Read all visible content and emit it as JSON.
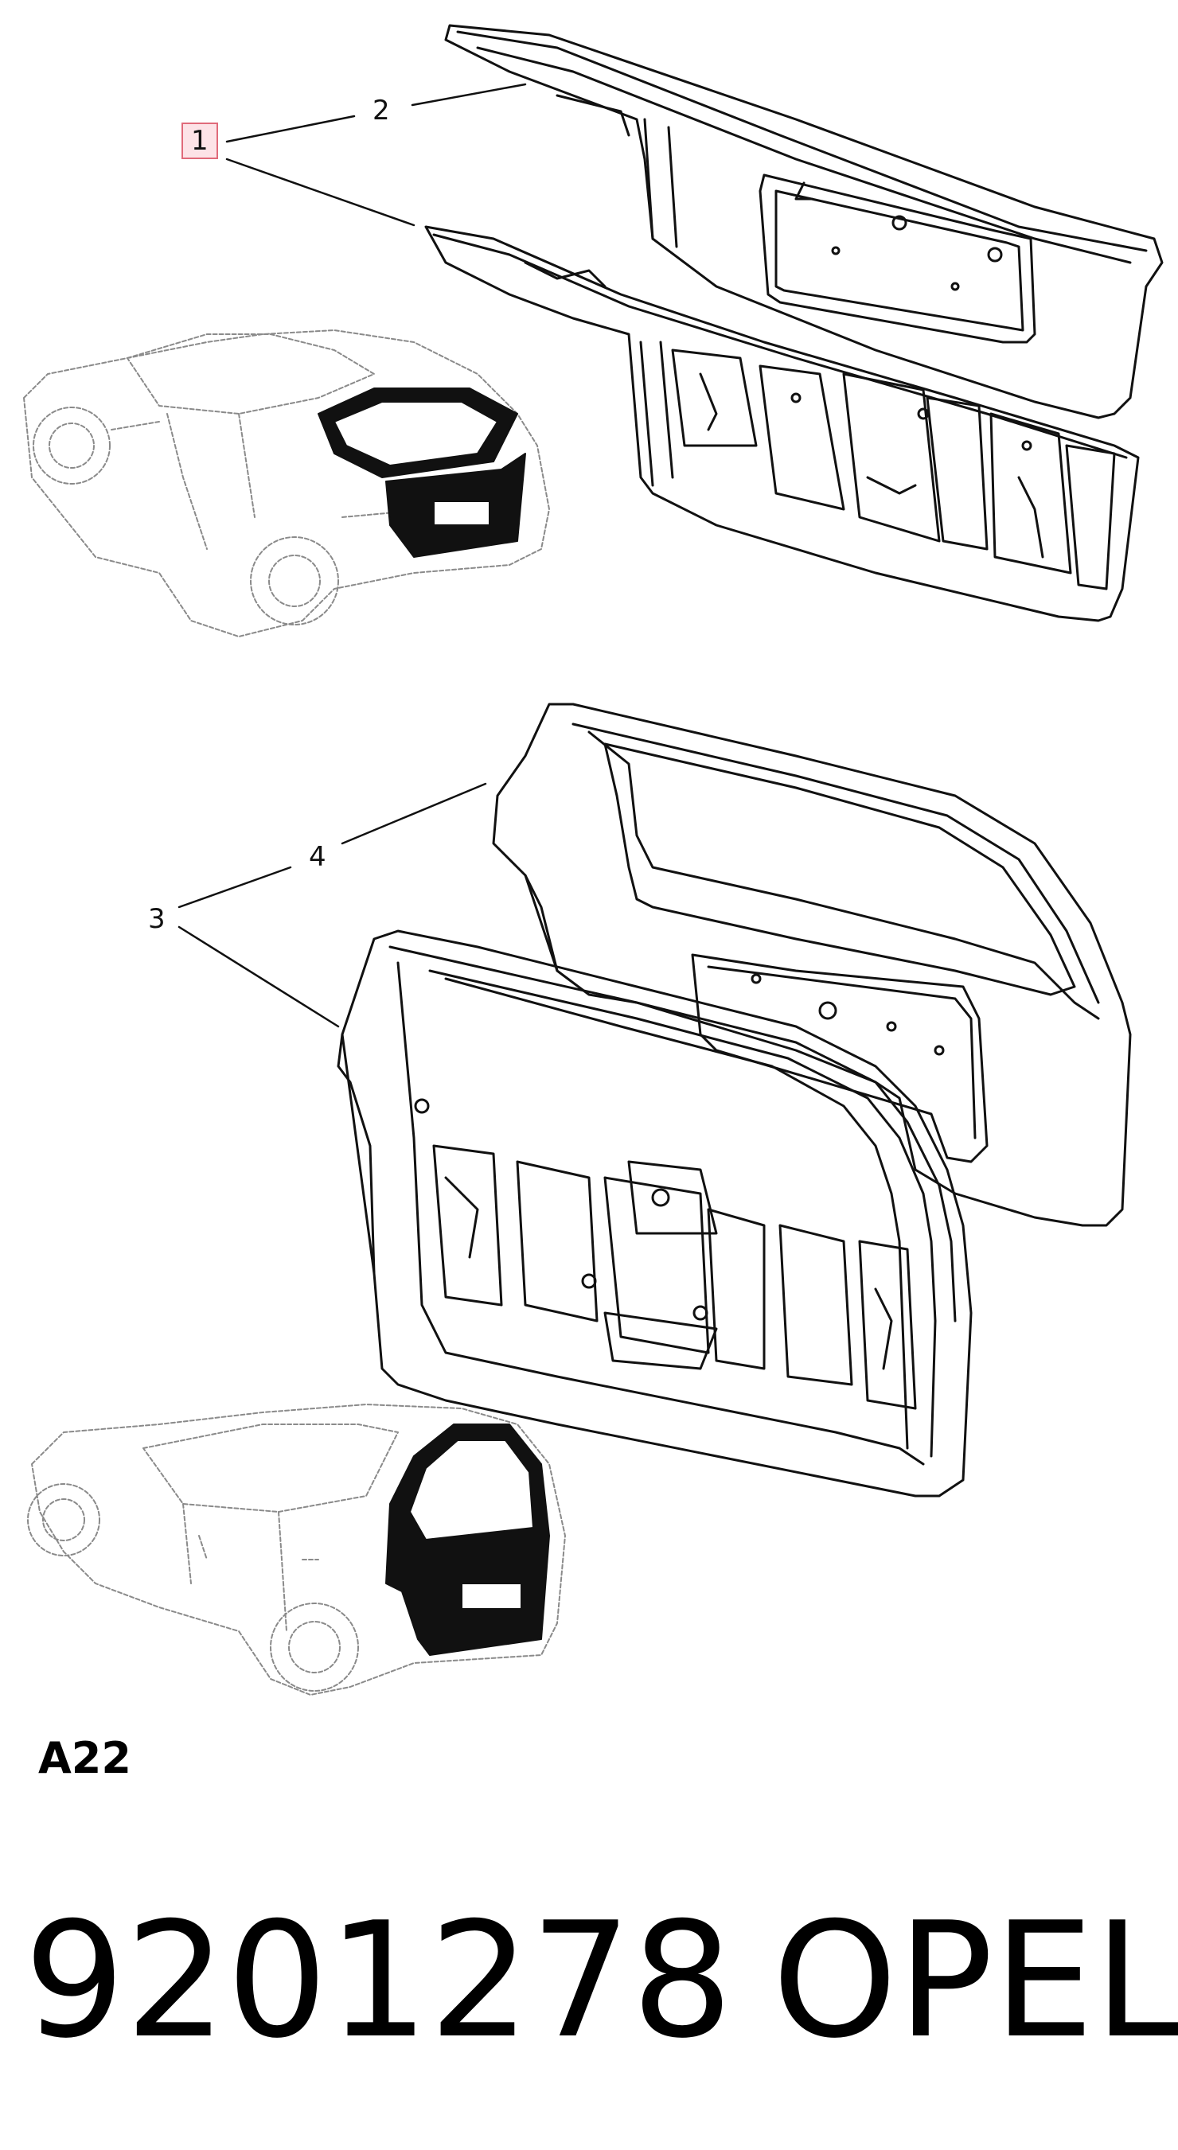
{
  "callouts": {
    "c1": "1",
    "c2": "2",
    "c3": "3",
    "c4": "4"
  },
  "section_code": "A22",
  "footer": {
    "part_number": "9201278",
    "brand": "OPEL"
  },
  "colors": {
    "line": "#111111",
    "ghost_line": "#9a9a9a",
    "highlight_border": "#e06a7a",
    "highlight_fill": "#fde3e7"
  }
}
